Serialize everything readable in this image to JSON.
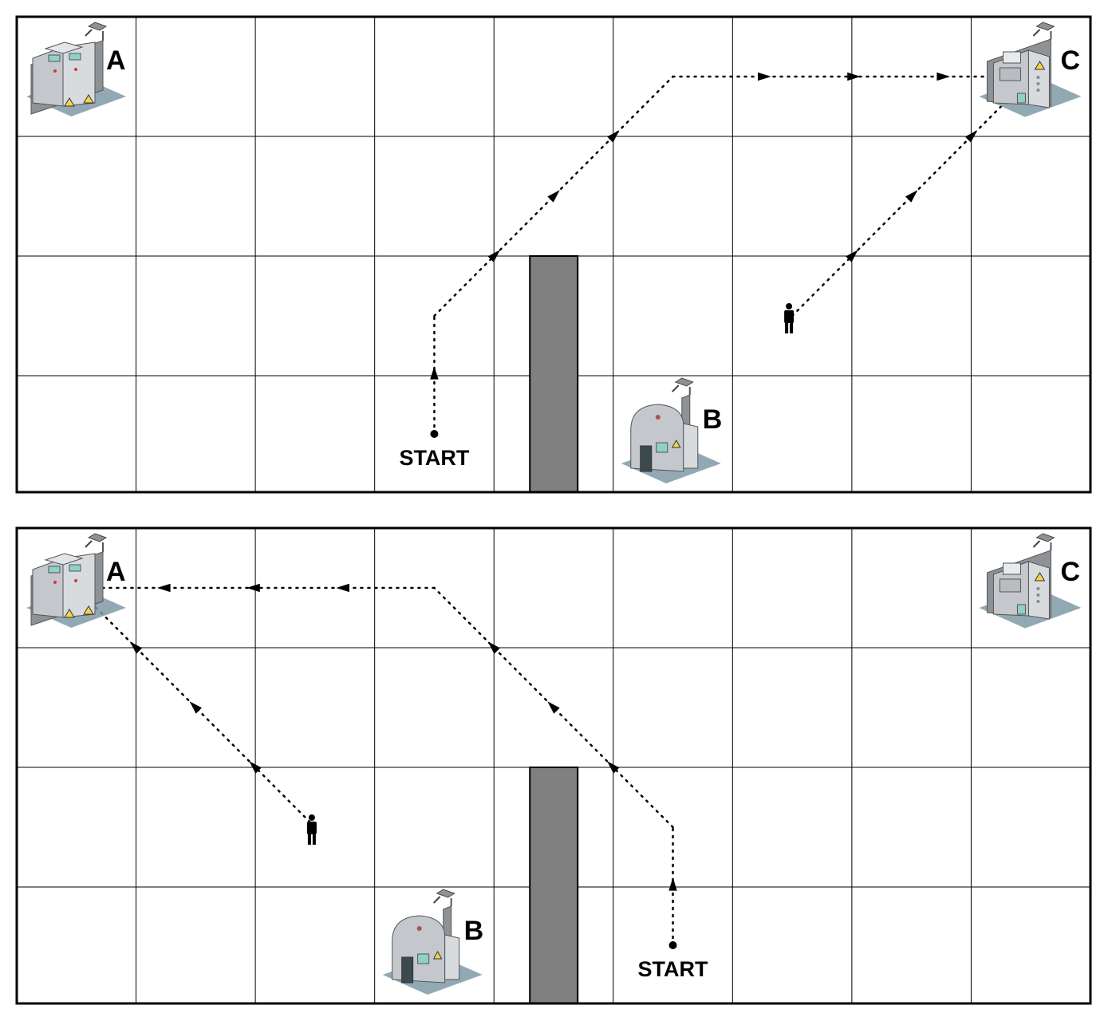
{
  "colors": {
    "grid": "#000000",
    "wall": "#808080",
    "path": "#000000",
    "machine_body": "#c4c8cc",
    "machine_dark": "#8d9297",
    "machine_shadow": "#7f9aa6",
    "warning": "#f5d547",
    "screen": "#8fd0c8"
  },
  "panels": [
    {
      "id": "top",
      "grid": {
        "cols": 9,
        "rows": 4
      },
      "wall": {
        "col": 4,
        "row_from": 2
      },
      "stations": [
        {
          "label": "A",
          "icon": "control-cabinet-icon",
          "cell": [
            0,
            0
          ]
        },
        {
          "label": "C",
          "icon": "vending-terminal-icon",
          "cell": [
            8,
            0
          ]
        },
        {
          "label": "B",
          "icon": "arched-kiosk-icon",
          "cell": [
            5,
            3
          ]
        }
      ],
      "start": {
        "label": "START",
        "cell": [
          3,
          3
        ]
      },
      "person": {
        "icon": "person-icon",
        "cell": [
          6,
          2
        ]
      },
      "routes": [
        {
          "name": "start-to-c",
          "cells": [
            [
              3,
              3
            ],
            [
              3,
              2
            ],
            [
              5,
              0
            ],
            [
              8,
              0
            ]
          ]
        },
        {
          "name": "person-to-c",
          "cells": [
            [
              6,
              2
            ],
            [
              8,
              0
            ]
          ]
        }
      ]
    },
    {
      "id": "bottom",
      "grid": {
        "cols": 9,
        "rows": 4
      },
      "wall": {
        "col": 4,
        "row_from": 2
      },
      "stations": [
        {
          "label": "A",
          "icon": "control-cabinet-icon",
          "cell": [
            0,
            0
          ]
        },
        {
          "label": "C",
          "icon": "vending-terminal-icon",
          "cell": [
            8,
            0
          ]
        },
        {
          "label": "B",
          "icon": "arched-kiosk-icon",
          "cell": [
            3,
            3
          ]
        }
      ],
      "start": {
        "label": "START",
        "cell": [
          5,
          3
        ]
      },
      "person": {
        "icon": "person-icon",
        "cell": [
          2,
          2
        ]
      },
      "routes": [
        {
          "name": "start-to-a",
          "cells": [
            [
              5,
              3
            ],
            [
              5,
              2
            ],
            [
              3,
              0
            ],
            [
              0,
              0
            ]
          ]
        },
        {
          "name": "person-to-a",
          "cells": [
            [
              2,
              2
            ],
            [
              0,
              0
            ]
          ]
        }
      ]
    }
  ]
}
